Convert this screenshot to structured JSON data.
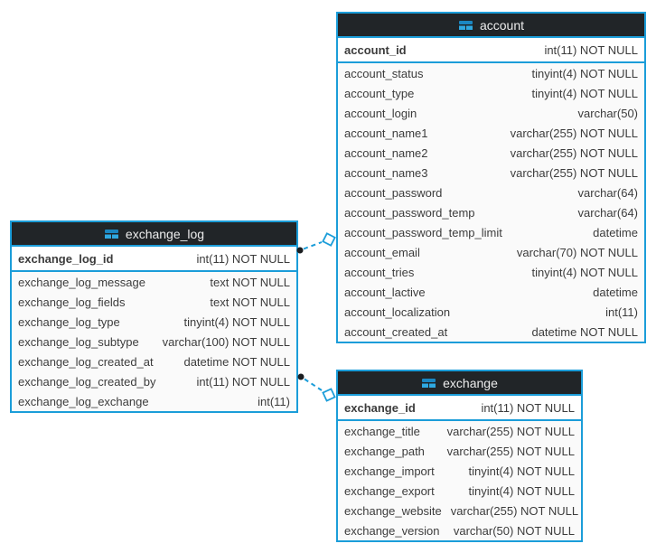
{
  "diagram": {
    "colors": {
      "canvas_bg": "#ffffff",
      "accent": "#1b9dd9",
      "header_bg": "#212528",
      "header_text": "#ededed",
      "row_text": "#3c3c3c",
      "pk_row_bg": "#ffffff",
      "body_row_bg": "#fafafa",
      "connector_dot": "#1a1d20"
    },
    "tables": [
      {
        "name": "account",
        "icon": "table-grid-icon",
        "primary_key": {
          "name": "account_id",
          "type": "int(11) NOT NULL"
        },
        "columns": [
          {
            "name": "account_status",
            "type": "tinyint(4) NOT NULL"
          },
          {
            "name": "account_type",
            "type": "tinyint(4) NOT NULL"
          },
          {
            "name": "account_login",
            "type": "varchar(50)"
          },
          {
            "name": "account_name1",
            "type": "varchar(255) NOT NULL"
          },
          {
            "name": "account_name2",
            "type": "varchar(255) NOT NULL"
          },
          {
            "name": "account_name3",
            "type": "varchar(255) NOT NULL"
          },
          {
            "name": "account_password",
            "type": "varchar(64)"
          },
          {
            "name": "account_password_temp",
            "type": "varchar(64)"
          },
          {
            "name": "account_password_temp_limit",
            "type": "datetime"
          },
          {
            "name": "account_email",
            "type": "varchar(70) NOT NULL"
          },
          {
            "name": "account_tries",
            "type": "tinyint(4) NOT NULL"
          },
          {
            "name": "account_lactive",
            "type": "datetime"
          },
          {
            "name": "account_localization",
            "type": "int(11)"
          },
          {
            "name": "account_created_at",
            "type": "datetime NOT NULL"
          }
        ]
      },
      {
        "name": "exchange_log",
        "icon": "table-grid-icon",
        "primary_key": {
          "name": "exchange_log_id",
          "type": "int(11) NOT NULL"
        },
        "columns": [
          {
            "name": "exchange_log_message",
            "type": "text NOT NULL"
          },
          {
            "name": "exchange_log_fields",
            "type": "text NOT NULL"
          },
          {
            "name": "exchange_log_type",
            "type": "tinyint(4) NOT NULL"
          },
          {
            "name": "exchange_log_subtype",
            "type": "varchar(100) NOT NULL"
          },
          {
            "name": "exchange_log_created_at",
            "type": "datetime NOT NULL"
          },
          {
            "name": "exchange_log_created_by",
            "type": "int(11) NOT NULL"
          },
          {
            "name": "exchange_log_exchange",
            "type": "int(11)"
          }
        ]
      },
      {
        "name": "exchange",
        "icon": "table-grid-icon",
        "primary_key": {
          "name": "exchange_id",
          "type": "int(11) NOT NULL"
        },
        "columns": [
          {
            "name": "exchange_title",
            "type": "varchar(255) NOT NULL"
          },
          {
            "name": "exchange_path",
            "type": "varchar(255) NOT NULL"
          },
          {
            "name": "exchange_import",
            "type": "tinyint(4) NOT NULL"
          },
          {
            "name": "exchange_export",
            "type": "tinyint(4) NOT NULL"
          },
          {
            "name": "exchange_website",
            "type": "varchar(255) NOT NULL"
          },
          {
            "name": "exchange_version",
            "type": "varchar(50) NOT NULL"
          }
        ]
      }
    ],
    "relationships": [
      {
        "from": "exchange_log",
        "to": "account",
        "line_style": "dashed",
        "from_marker": "dot",
        "to_marker": "diamond"
      },
      {
        "from": "exchange_log",
        "to": "exchange",
        "line_style": "dashed",
        "from_marker": "dot",
        "to_marker": "diamond"
      }
    ]
  }
}
